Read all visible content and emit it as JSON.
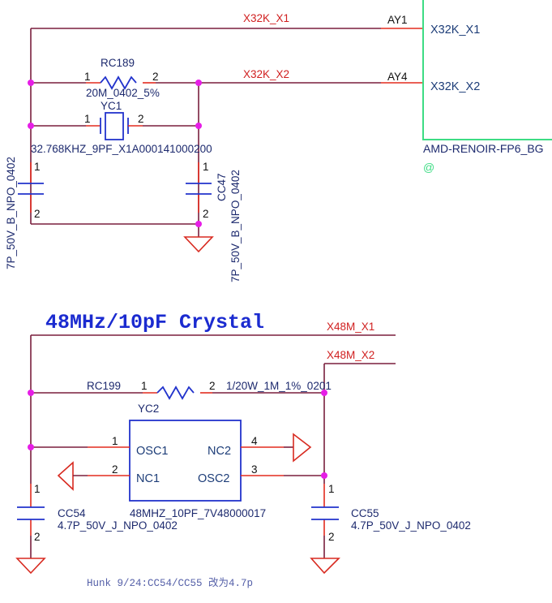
{
  "section_32k": {
    "nets": {
      "x1": "X32K_X1",
      "x2": "X32K_X2"
    },
    "resistor": {
      "ref": "RC189",
      "value": "20M_0402_5%",
      "pin1": "1",
      "pin2": "2"
    },
    "crystal": {
      "ref": "YC1",
      "value": "32.768KHZ_9PF_X1A000141000200",
      "pin1": "1",
      "pin2": "2"
    },
    "cap_left": {
      "value": "7P_50V_B_NPO_0402",
      "pin1": "1",
      "pin2": "2"
    },
    "cap_right": {
      "ref": "CC47",
      "value": "7P_50V_B_NPO_0402",
      "pin1": "1",
      "pin2": "2"
    }
  },
  "chip": {
    "name": "AMD-RENOIR-FP6_BG",
    "marker": "@",
    "pins": [
      {
        "ball": "AY1",
        "name": "X32K_X1"
      },
      {
        "ball": "AY4",
        "name": "X32K_X2"
      }
    ]
  },
  "section_48m": {
    "title": "48MHz/10pF Crystal",
    "nets": {
      "x1": "X48M_X1",
      "x2": "X48M_X2"
    },
    "resistor": {
      "ref": "RC199",
      "value": "1/20W_1M_1%_0201",
      "pin1": "1",
      "pin2": "2"
    },
    "crystal": {
      "ref": "YC2",
      "value": "48MHZ_10PF_7V48000017",
      "pins": [
        {
          "num": "1",
          "name": "OSC1"
        },
        {
          "num": "2",
          "name": "NC1"
        },
        {
          "num": "3",
          "name": "OSC2"
        },
        {
          "num": "4",
          "name": "NC2"
        }
      ]
    },
    "cap_left": {
      "ref": "CC54",
      "value": "4.7P_50V_J_NPO_0402",
      "pin1": "1",
      "pin2": "2"
    },
    "cap_right": {
      "ref": "CC55",
      "value": "4.7P_50V_J_NPO_0402",
      "pin1": "1",
      "pin2": "2"
    },
    "note": "Hunk 9/24:CC54/CC55 改为4.7p"
  }
}
